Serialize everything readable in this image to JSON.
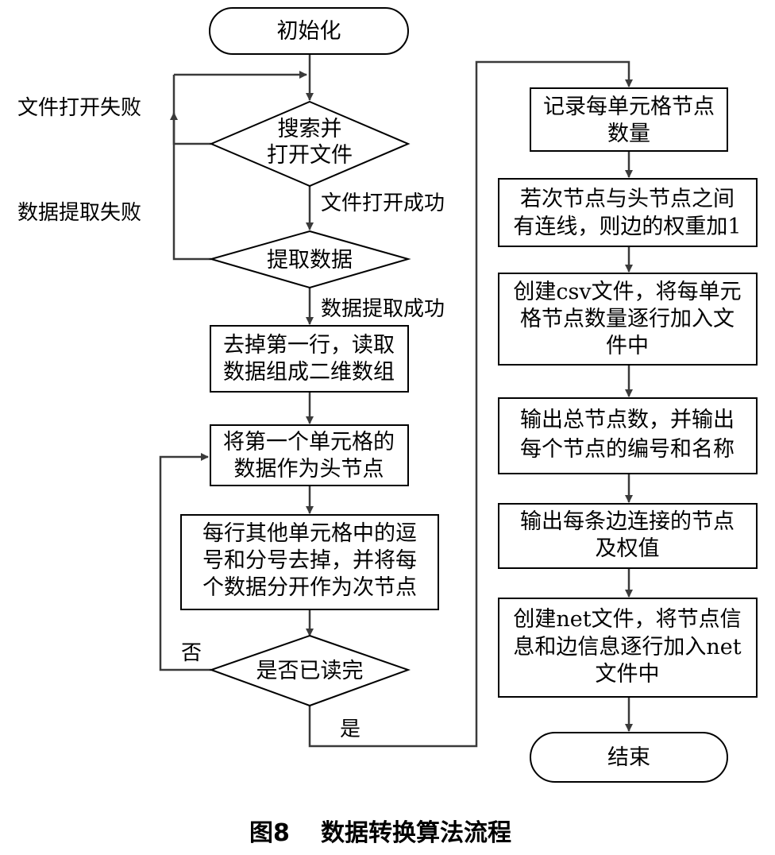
{
  "nodes": {
    "init": "初始化",
    "search_open": [
      "搜索并",
      "打开文件"
    ],
    "extract": "提取数据",
    "remove_first_row": [
      "去掉第一行，读取",
      "数据组成二维数组"
    ],
    "head_node": [
      "将第一个单元格的",
      "数据作为头节点"
    ],
    "sub_nodes": [
      "每行其他单元格中的逗",
      "号和分号去掉，并将每",
      "个数据分开作为次节点"
    ],
    "read_done": "是否已读完",
    "record_count": [
      "记录每单元格节点",
      "数量"
    ],
    "edge_weight": [
      "若次节点与头节点之间",
      "有连线，则边的权重加1"
    ],
    "create_csv": [
      "创建csv文件，将每单元",
      "格节点数量逐行加入文",
      "件中"
    ],
    "output_nodes": [
      "输出总节点数，并输出",
      "每个节点的编号和名称"
    ],
    "output_edges": [
      "输出每条边连接的节点",
      "及权值"
    ],
    "create_net": [
      "创建net文件，将节点信",
      "息和边信息逐行加入net",
      "文件中"
    ],
    "end": "结束"
  },
  "edge_labels": {
    "open_fail": "文件打开失败",
    "open_success": "文件打开成功",
    "extract_fail": "数据提取失败",
    "extract_success": "数据提取成功",
    "no": "否",
    "yes": "是"
  },
  "caption": {
    "figure": "图8",
    "title": "数据转换算法流程"
  }
}
